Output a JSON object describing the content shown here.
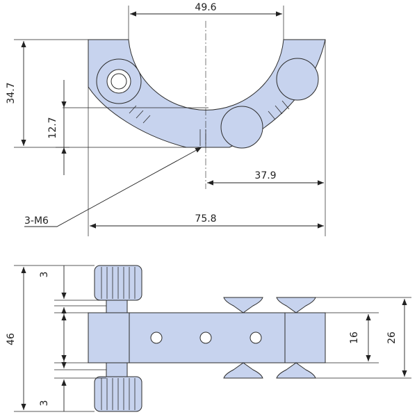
{
  "dimensions": {
    "top_width_inner": "49.6",
    "top_height": "34.7",
    "hole_offset_height": "12.7",
    "half_width": "37.9",
    "total_width": "75.8",
    "thread_callout": "3-M6",
    "side_height_total": "46",
    "side_knob_height_top": "3",
    "side_knob_height_bottom": "3",
    "side_inner_height": "16",
    "side_outer_height": "26"
  },
  "colors": {
    "part_fill": "#c7d3ee",
    "line": "#222222"
  }
}
